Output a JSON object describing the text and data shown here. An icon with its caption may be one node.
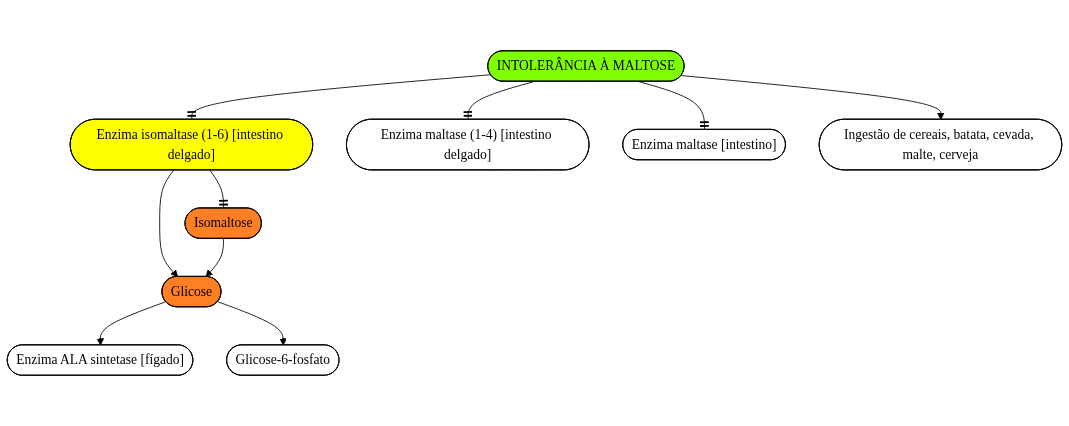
{
  "diagram": {
    "nodes": [
      {
        "text": [
          "INTOLERÂNCIA À MALTOSE"
        ]
      },
      {
        "text": [
          "Enzima isomaltase (1-6) [intestino delgado]"
        ]
      },
      {
        "text": [
          "Enzima maltase (1-4) [intestino delgado]"
        ]
      },
      {
        "text": [
          "Enzima maltase [intestino]"
        ]
      },
      {
        "text": [
          "Ingestão de cereais, batata, cevada, malte, cerveja"
        ]
      },
      {
        "text": [
          "Isomaltose"
        ]
      },
      {
        "text": [
          "Glicose"
        ]
      },
      {
        "text": [
          "Enzima ALA sintetase [fígado]"
        ]
      },
      {
        "text": [
          "Glicose-6-fosfato"
        ]
      }
    ],
    "edges": [
      {
        "from": 0,
        "to": 1,
        "arrow": "other"
      },
      {
        "from": 0,
        "to": 2,
        "arrow": "other"
      },
      {
        "from": 0,
        "to": 3,
        "arrow": "other"
      },
      {
        "from": 0,
        "to": 4,
        "arrow": "to"
      },
      {
        "from": 1,
        "to": 5,
        "arrow": "other"
      },
      {
        "from": 1,
        "to": 6,
        "arrow": "to"
      },
      {
        "from": 5,
        "to": 6,
        "arrow": "to"
      },
      {
        "from": 6,
        "to": 7,
        "arrow": "to"
      },
      {
        "from": 6,
        "to": 8,
        "arrow": "to"
      }
    ]
  }
}
